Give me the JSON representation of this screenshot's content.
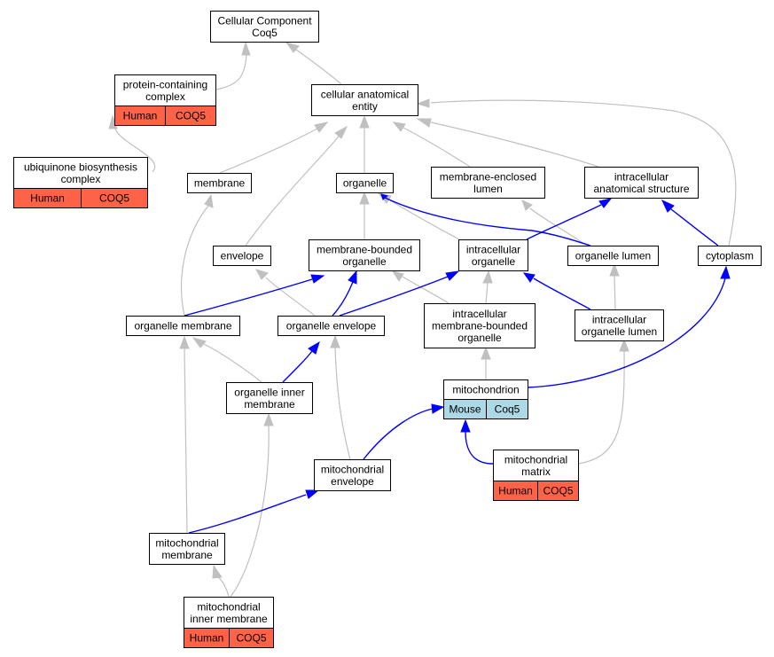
{
  "colors": {
    "human_cell": "#ff6347",
    "mouse_cell": "#add8e6",
    "edge_default": "#c0c0c0",
    "edge_highlight": "#0000ff"
  },
  "nodes": {
    "cellular_component": [
      "Cellular Component",
      "Coq5"
    ],
    "protein_containing_complex": [
      "protein-containing",
      "complex"
    ],
    "cellular_anatomical_entity": [
      "cellular anatomical",
      "entity"
    ],
    "ubiquinone_complex": [
      "ubiquinone biosynthesis",
      "complex"
    ],
    "membrane": [
      "membrane"
    ],
    "organelle": [
      "organelle"
    ],
    "membrane_enclosed_lumen": [
      "membrane-enclosed",
      "lumen"
    ],
    "intracellular_anatomical_structure": [
      "intracellular",
      "anatomical structure"
    ],
    "envelope": [
      "envelope"
    ],
    "membrane_bounded_organelle": [
      "membrane-bounded",
      "organelle"
    ],
    "intracellular_organelle": [
      "intracellular",
      "organelle"
    ],
    "organelle_lumen": [
      "organelle lumen"
    ],
    "cytoplasm": [
      "cytoplasm"
    ],
    "organelle_membrane": [
      "organelle membrane"
    ],
    "organelle_envelope": [
      "organelle envelope"
    ],
    "intracellular_mbo": [
      "intracellular",
      "membrane-bounded",
      "organelle"
    ],
    "intracellular_organelle_lumen": [
      "intracellular",
      "organelle lumen"
    ],
    "organelle_inner_membrane": [
      "organelle inner",
      "membrane"
    ],
    "mitochondrion": [
      "mitochondrion"
    ],
    "mitochondrial_envelope": [
      "mitochondrial",
      "envelope"
    ],
    "mitochondrial_matrix": [
      "mitochondrial",
      "matrix"
    ],
    "mitochondrial_membrane": [
      "mitochondrial",
      "membrane"
    ],
    "mitochondrial_inner_membrane": [
      "mitochondrial",
      "inner membrane"
    ]
  },
  "annotations": {
    "protein_containing_complex": [
      {
        "species": "Human",
        "gene": "COQ5"
      }
    ],
    "ubiquinone_complex": [
      {
        "species": "Human",
        "gene": "COQ5"
      }
    ],
    "mitochondrion": [
      {
        "species": "Mouse",
        "gene": "Coq5"
      }
    ],
    "mitochondrial_matrix": [
      {
        "species": "Human",
        "gene": "COQ5"
      }
    ],
    "mitochondrial_inner_membrane": [
      {
        "species": "Human",
        "gene": "COQ5"
      }
    ]
  }
}
